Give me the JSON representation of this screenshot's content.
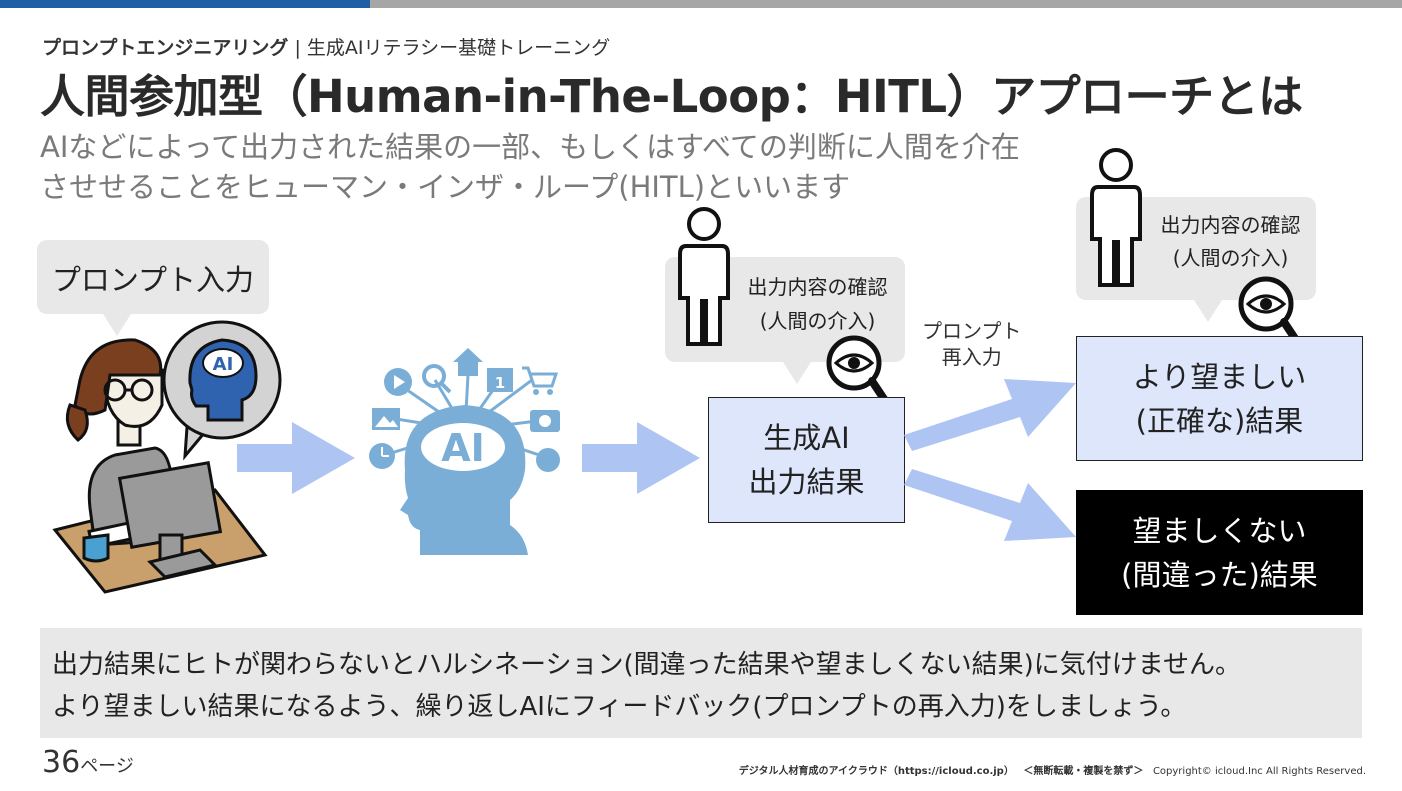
{
  "header": {
    "breadcrumb_bold": "プロンプトエンジニアリング",
    "breadcrumb_sep": " | ",
    "breadcrumb_rest": "生成AIリテラシー基礎トレーニング",
    "title": "人間参加型（Human-in-The-Loop：HITL）アプローチとは",
    "subtitle_line1": "AIなどによって出力された結果の一部、もしくはすべての判断に人間を介在",
    "subtitle_line2": "させせることをヒューマン・インザ・ループ(HITL)といいます"
  },
  "diagram": {
    "prompt_bubble": "プロンプト入力",
    "ai_badge": "AI",
    "ai_head_label": "AI",
    "check_bubble_1": {
      "line1": "出力内容の確認",
      "line2": "(人間の介入)"
    },
    "check_bubble_2": {
      "line1": "出力内容の確認",
      "line2": "(人間の介入)"
    },
    "output_box": {
      "line1": "生成AI",
      "line2": "出力結果"
    },
    "reinput_label": {
      "line1": "プロンプト",
      "line2": "再入力"
    },
    "good_box": {
      "line1": "より望ましい",
      "line2": "(正確な)結果"
    },
    "bad_box": {
      "line1": "望ましくない",
      "line2": "(間違った)結果"
    },
    "calendar_number": "1"
  },
  "bottom": {
    "line1": "出力結果にヒトが関わらないとハルシネーション(間違った結果や望ましくない結果)に気付けません。",
    "line2": "より望ましい結果になるよう、繰り返しAIにフィードバック(プロンプトの再入力)をしましょう。"
  },
  "footer": {
    "page_number": "36",
    "page_suffix": "ページ",
    "company": "デジタル人材育成のアイクラウド（https://icloud.co.jp）",
    "notice": "＜無断転載・複製を禁ず＞",
    "copyright": "Copyright© icloud.Inc All Rights Reserved."
  },
  "colors": {
    "accent_blue": "#1f5fa6",
    "arrow_blue": "#aec4f2",
    "box_fill": "#dde6fa",
    "ai_head": "#7aaed6",
    "ai_badge_blue": "#2f63b0"
  }
}
